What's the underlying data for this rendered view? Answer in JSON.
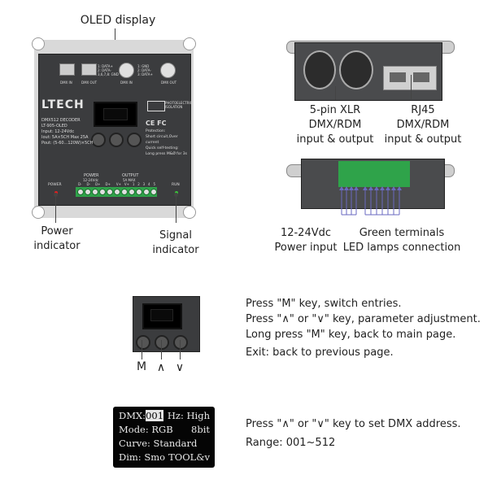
{
  "callouts": {
    "oled_display": "OLED display",
    "power_indicator": [
      "Power",
      "indicator"
    ],
    "signal_indicator": [
      "Signal",
      "indicator"
    ],
    "xlr": [
      "5-pin XLR",
      "DMX/RDM",
      "input & output"
    ],
    "rj45": [
      "RJ45",
      "DMX/RDM",
      "input & output"
    ],
    "power_input": [
      "12-24Vdc",
      "Power input"
    ],
    "terminals": [
      "Green terminals",
      "LED lamps connection"
    ]
  },
  "device": {
    "brand": "LTECH",
    "model_title": "DMX512 DECODER",
    "model_no": "LT-905-OLED",
    "specs": [
      "Input: 12-24Vdc",
      "Iout: 5A×5CH   Max 25A",
      "Pout: (5-60...120W)×5CH"
    ],
    "protection": [
      "Protection:",
      "Short circuit,Over current",
      "Quick self-testing:",
      "Long press M&Ø for 3s"
    ],
    "ports": [
      "DMX IN",
      "DMX OUT",
      "DMX IN",
      "DMX OUT"
    ],
    "port_pins": [
      "1: DATA+\n2: DATA-\n3,6,7,8: GND",
      "1: GND\n2: DATA-\n3: DATA+"
    ],
    "power_label": "POWER",
    "power_range": "12-24Vdc",
    "power_pins": [
      "D-",
      "D-",
      "D+",
      "D+"
    ],
    "output_label": "OUTPUT",
    "output_range": "5A MAX",
    "output_pins": [
      "V+",
      "V+",
      "1",
      "2",
      "3",
      "4",
      "5"
    ],
    "left_led_label": "POWER",
    "right_led_label": "RUN",
    "cert": "CE FC",
    "isolation": "PHOTOELECTRIC ISOLATION"
  },
  "keys": {
    "m": "M",
    "up": "∧",
    "down": "∨"
  },
  "instructions": [
    "Press \"M\" key,  switch entries.",
    "Press \"∧\" or \"∨\" key,  parameter adjustment.",
    "Long press \"M\" key, back to main page.",
    "Exit: back to previous page."
  ],
  "oled": {
    "dmx_label": "DMX:",
    "dmx_value": "001",
    "hz": "Hz: High",
    "mode": "Mode: RGB",
    "bits": "8bit",
    "curve": "Curve: Standard",
    "dim": "Dim: Smo",
    "tool": "TOOL&v"
  },
  "dmx_instructions": [
    "Press  \"∧\" or \"∨\" key to set DMX address.",
    "Range: 001~512"
  ]
}
